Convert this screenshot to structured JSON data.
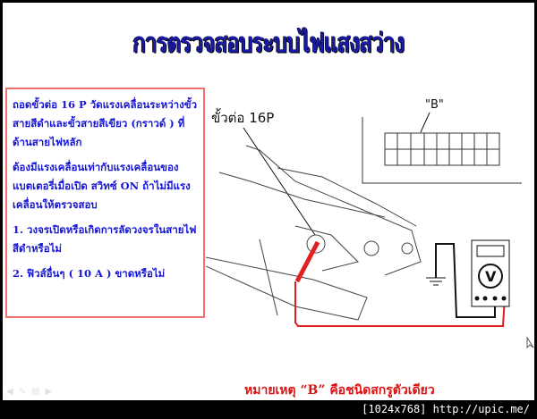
{
  "slide": {
    "title": "การตรวจสอบระบบไฟแสงสว่าง",
    "paragraphs": [
      "ถอดขั้วต่อ 16 P วัดแรงเคลื่อนระหว่างขั้วสายสีดำและขั้วสายสีเขียว (กราวด์ ) ที่ด้านสายไฟหลัก",
      "ต้องมีแรงเคลื่อนเท่ากับแรงเคลื่อนของแบตเตอรี่เมื่อเปิด สวิทซ์ ON ถ้าไม่มีแรงเคลื่อนให้ตรวจสอบ",
      "1. วงจรเปิดหรือเกิดการลัดวงจรในสายไฟสีดำหรือไม่",
      "2. ฟิวส์อื่นๆ ( 10 A ) ขาดหรือไม่"
    ],
    "diagram": {
      "connector_label": "ขั้วต่อ 16P",
      "detail_label": "\"B\"",
      "meter_label": "V"
    },
    "note": "หมายเหตุ “B” คือชนิดสกรูตัวเดียว"
  },
  "controls": [
    "prev-icon",
    "pen-icon",
    "menu-icon",
    "next-icon"
  ],
  "status_bar": "[1024x768] http://upic.me/",
  "colors": {
    "title": "#1a1aa8",
    "body_text": "#1515d8",
    "box_border": "#f07070",
    "note": "#e01010",
    "probe": "#e02020"
  }
}
